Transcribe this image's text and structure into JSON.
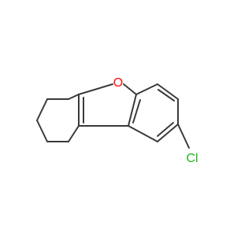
{
  "molecule": {
    "atoms": [
      {
        "id": "O",
        "symbol": "O",
        "color": "#ff0d0d"
      },
      {
        "id": "Cl",
        "symbol": "Cl",
        "color": "#1fb51f"
      }
    ],
    "colors": {
      "bond": "#3a3a3a",
      "oxygen": "#ff0d0d",
      "chlorine": "#1fb51f",
      "background": "#ffffff"
    }
  }
}
